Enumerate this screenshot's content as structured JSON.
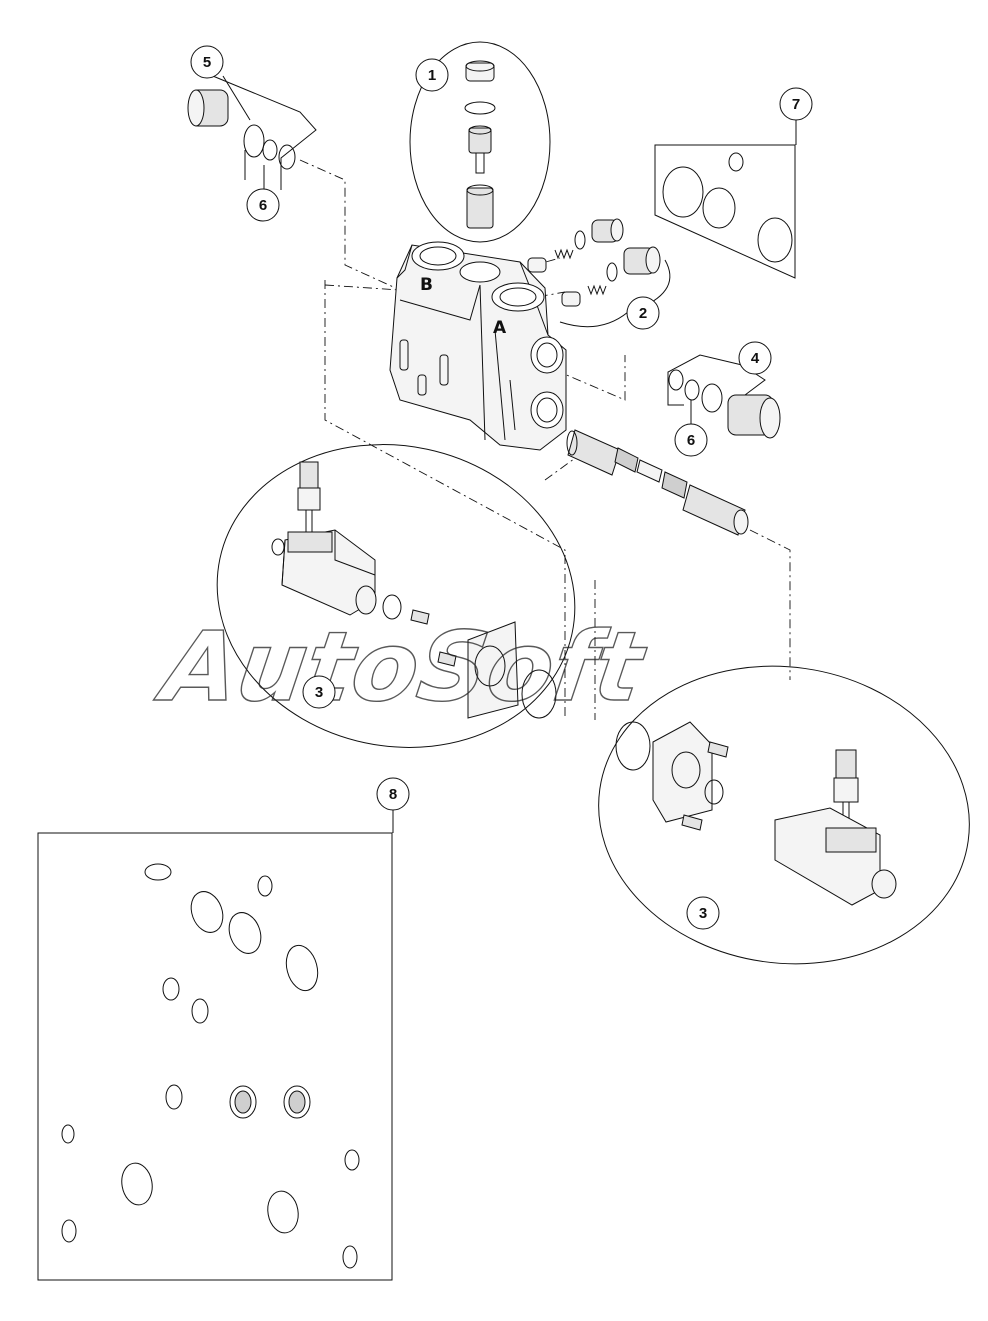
{
  "callouts": {
    "c1": "1",
    "c2": "2",
    "c3a": "3",
    "c3b": "3",
    "c4": "4",
    "c5": "5",
    "c6a": "6",
    "c6b": "6",
    "c7": "7",
    "c8": "8"
  },
  "ports": {
    "a": "A",
    "b": "B"
  },
  "watermark": "AutoSoft",
  "colors": {
    "line": "#111111",
    "part_fill": "#f4f4f4",
    "shade": "#cfcfcf",
    "background": "#ffffff"
  }
}
